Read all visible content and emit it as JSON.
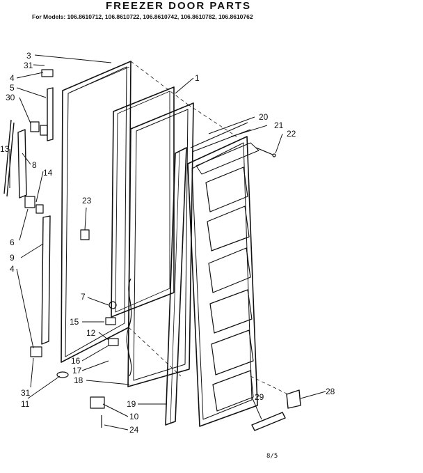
{
  "header": {
    "title": "FREEZER DOOR PARTS",
    "models": "For Models: 106.8610712, 106.8610722, 106.8610742, 106.8610782, 106.8610762"
  },
  "footer": {
    "page_mark": "8/5"
  },
  "callouts": [
    {
      "id": "c3",
      "text": "3"
    },
    {
      "id": "c31a",
      "text": "31"
    },
    {
      "id": "c4a",
      "text": "4"
    },
    {
      "id": "c5",
      "text": "5"
    },
    {
      "id": "c30",
      "text": "30"
    },
    {
      "id": "c13",
      "text": "13"
    },
    {
      "id": "c8",
      "text": "8"
    },
    {
      "id": "c14",
      "text": "14"
    },
    {
      "id": "c6",
      "text": "6"
    },
    {
      "id": "c9",
      "text": "9"
    },
    {
      "id": "c4b",
      "text": "4"
    },
    {
      "id": "c31b",
      "text": "31"
    },
    {
      "id": "c11",
      "text": "11"
    },
    {
      "id": "c1",
      "text": "1"
    },
    {
      "id": "c20",
      "text": "20"
    },
    {
      "id": "c21",
      "text": "21"
    },
    {
      "id": "c22",
      "text": "22"
    },
    {
      "id": "c23",
      "text": "23"
    },
    {
      "id": "c7",
      "text": "7"
    },
    {
      "id": "c15",
      "text": "15"
    },
    {
      "id": "c12",
      "text": "12"
    },
    {
      "id": "c16",
      "text": "16"
    },
    {
      "id": "c17",
      "text": "17"
    },
    {
      "id": "c18",
      "text": "18"
    },
    {
      "id": "c19",
      "text": "19"
    },
    {
      "id": "c10",
      "text": "10"
    },
    {
      "id": "c24",
      "text": "24"
    },
    {
      "id": "c28",
      "text": "28"
    },
    {
      "id": "c29",
      "text": "29"
    }
  ]
}
